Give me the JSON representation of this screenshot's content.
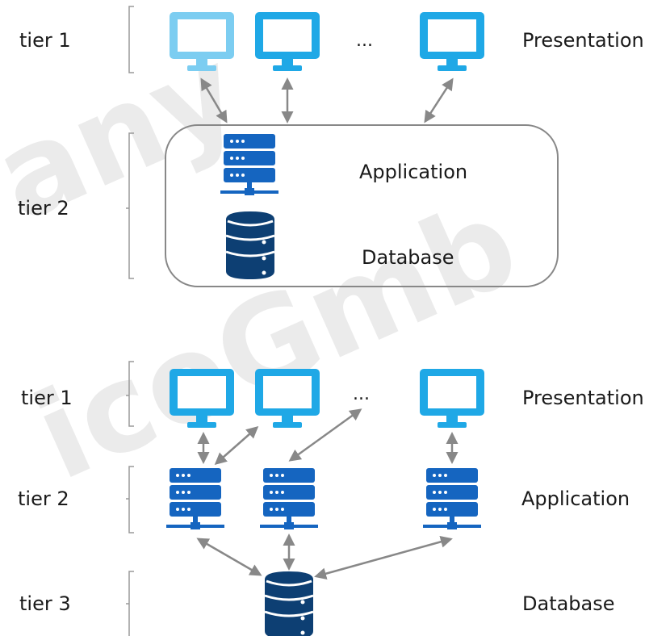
{
  "watermark": {
    "line1": "any",
    "line2": "iceGmb"
  },
  "colors": {
    "monitor": "#1fa8e6",
    "monitor_light": "#7ccdf1",
    "server": "#1565c0",
    "database": "#0d3f73",
    "arrow": "#888888",
    "bracket": "#9a9a9a",
    "box": "#888888"
  },
  "two_tier": {
    "tiers": [
      {
        "label": "tier 1",
        "role": "Presentation"
      },
      {
        "label": "tier 2",
        "app": "Application",
        "db": "Database"
      }
    ],
    "ellipsis": "..."
  },
  "three_tier": {
    "tiers": [
      {
        "label": "tier 1",
        "role": "Presentation"
      },
      {
        "label": "tier 2",
        "role": "Application"
      },
      {
        "label": "tier 3",
        "role": "Database"
      }
    ],
    "ellipsis": "..."
  },
  "icons": [
    "monitor-icon",
    "server-icon",
    "database-icon",
    "double-arrow-icon"
  ]
}
